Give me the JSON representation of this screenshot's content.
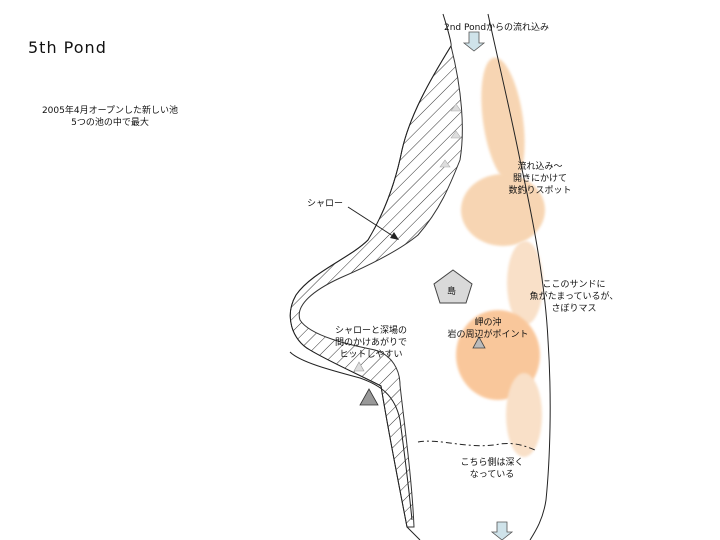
{
  "title": "5th  Pond",
  "intro": {
    "line1": "2005年4月オープンした新しい池",
    "line2": "5つの池の中で最大"
  },
  "labels": {
    "inflow": "2nd  Pondからの流れ込み",
    "shallow": "シャロー",
    "island": "島",
    "inflow_spot": {
      "line1": "流れ込み～",
      "line2": "開きにかけて",
      "line3": "数釣りスポット"
    },
    "sand": {
      "line1": "ここのサンドに",
      "line2": "魚がたまっているが、",
      "line3": "さぼりマス"
    },
    "point": {
      "line1": "岬の沖",
      "line2": "岩の周辺がポイント"
    },
    "slope": {
      "line1": "シャローと深場の",
      "line2": "間のかけあがりで",
      "line3": "ヒットしやすい"
    },
    "deep": {
      "line1": "こちら側は深く",
      "line2": "なっている"
    }
  },
  "colors": {
    "hotspot": "#f5c89a",
    "hotspot_strong": "#f8b57a",
    "island_fill": "#d9d9d9",
    "arrow_fill": "#cfe3ea",
    "rock_fill": "#999999"
  },
  "icons": {
    "inflow_arrow": "down-arrow-icon",
    "outflow_arrow": "down-arrow-icon",
    "rocks": "triangle-rock-icon",
    "island": "pentagon-island-icon"
  }
}
